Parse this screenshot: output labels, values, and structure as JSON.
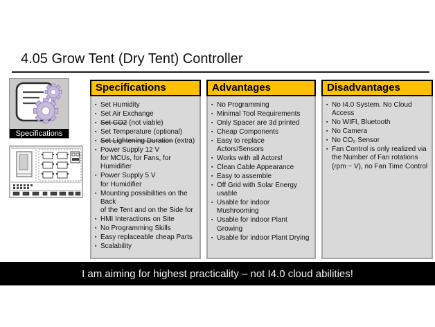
{
  "title": "4.05 Grow Tent (Dry Tent) Controller",
  "sidebar": {
    "spec_thumb_label": "Specifications"
  },
  "columns": [
    {
      "header": "Specifications",
      "items": [
        {
          "text": "Set Humidity"
        },
        {
          "text": "Set Air Exchange"
        },
        {
          "strike": "Set CO2",
          "text": " (not viable)"
        },
        {
          "text": "Set Temperature (optional)"
        },
        {
          "strike": "Set Lightening Duration",
          "text": " (extra)"
        },
        {
          "text": "Power Supply 12 V\nfor MCUs, for Fans, for Humidifier"
        },
        {
          "text": "Power Supply  5 V\nfor Humidifier"
        },
        {
          "text": "Mounting possibilities on the\nBack\nof the Tent and on the Side for"
        },
        {
          "text": "HMI Interactions on Site"
        },
        {
          "text": "No Programming Skills"
        },
        {
          "text": "Easy replaceable cheap Parts"
        },
        {
          "text": "Scalability"
        }
      ]
    },
    {
      "header": "Advantages",
      "items": [
        {
          "text": "No Programming"
        },
        {
          "text": "Minimal Tool Requirements"
        },
        {
          "text": "Only Spacer are 3d printed"
        },
        {
          "text": "Cheap Components"
        },
        {
          "text": "Easy to replace Actors/Sensors"
        },
        {
          "text": "Works with all Actors!"
        },
        {
          "text": "Clean Cable Appearance"
        },
        {
          "text": "Easy to assemble"
        },
        {
          "text": "Off Grid with Solar Energy usable"
        },
        {
          "text": "Usable for indoor Mushrooming"
        },
        {
          "text": "Usable for indoor Plant Growing"
        },
        {
          "text": "Usable for indoor Plant Drying"
        }
      ]
    },
    {
      "header": "Disadvantages",
      "items": [
        {
          "text": "No I4.0 System. No Cloud Access"
        },
        {
          "text": "No WIFI, Bluetooth"
        },
        {
          "text": "No Camera"
        },
        {
          "text": "No CO₂ Sensor"
        },
        {
          "text": "Fan Control is only realized via\nthe  Number of Fan rotations\n(rpm ~ V), no Fan Time Control"
        }
      ]
    }
  ],
  "banner": {
    "text": "I am aiming for highest practicality – not I4.0 cloud abilities!"
  },
  "colors": {
    "header_bg": "#FFC000",
    "panel_bg": "#D9D9D9",
    "panel_border": "#A6A6A6",
    "banner_bg": "#000000"
  }
}
